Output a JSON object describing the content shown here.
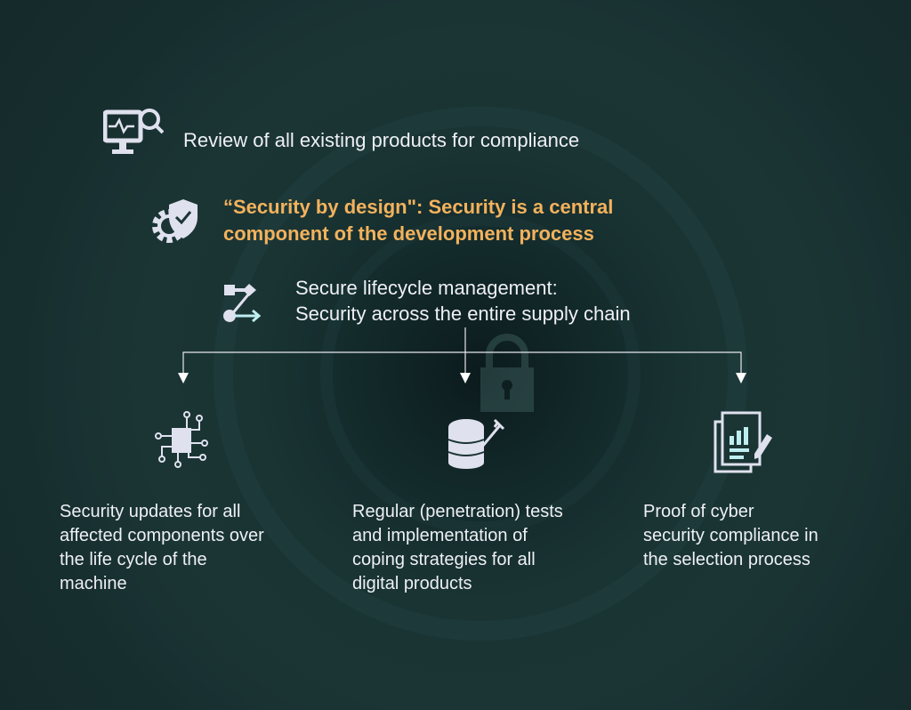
{
  "items": {
    "review": "Review of all existing products for compliance",
    "security_by_design": {
      "line1": "“Security by design\": Security is a central",
      "line2": "component of the development process"
    },
    "lifecycle": {
      "line1": "Secure lifecycle management:",
      "line2": "Security across the entire supply chain"
    }
  },
  "outcomes": [
    {
      "lines": [
        "Security updates for all",
        "affected components over",
        "the life cycle of the",
        "machine"
      ],
      "icon": "circuit-chip-icon"
    },
    {
      "lines": [
        "Regular (penetration) tests",
        "and implementation of",
        "coping strategies for all",
        "digital products"
      ],
      "icon": "database-injection-icon"
    },
    {
      "lines": [
        "Proof of cyber",
        "security compliance in",
        "the selection process"
      ],
      "icon": "report-document-icon"
    }
  ],
  "colors": {
    "accent": "#f3b25c",
    "text": "#eef0f6",
    "background": "#1a3434"
  }
}
